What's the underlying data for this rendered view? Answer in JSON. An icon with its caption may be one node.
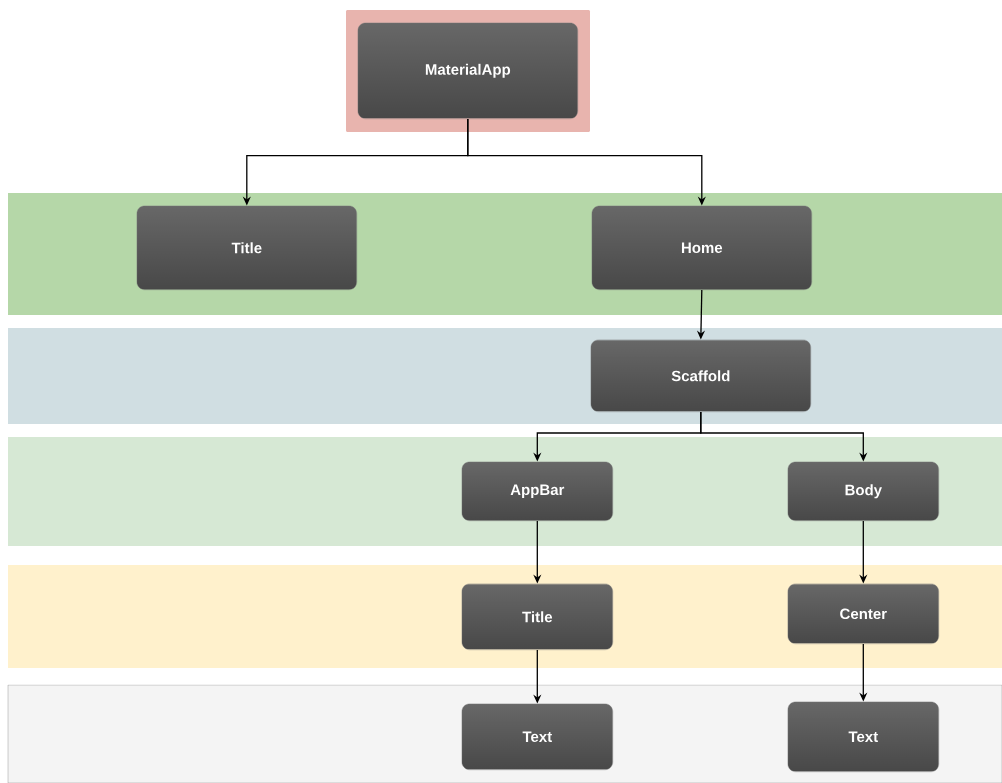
{
  "diagram": {
    "nodes": [
      {
        "text": [],
        "shape": "box"
      },
      {
        "text": [
          "MaterialApp"
        ],
        "in": 0
      },
      {
        "text": [],
        "shape": "band"
      },
      {
        "text": [
          "Title"
        ],
        "in": 2
      },
      {
        "text": [
          "Home"
        ],
        "in": 2
      },
      {
        "text": [],
        "shape": "band"
      },
      {
        "text": [
          "Scaffold"
        ],
        "in": 5
      },
      {
        "text": [],
        "shape": "band"
      },
      {
        "text": [
          "AppBar"
        ],
        "in": 7
      },
      {
        "text": [
          "Body"
        ],
        "in": 7
      },
      {
        "text": [],
        "shape": "band"
      },
      {
        "text": [
          "Title"
        ],
        "in": 10
      },
      {
        "text": [
          "Center"
        ],
        "in": 10
      },
      {
        "text": [],
        "shape": "band"
      },
      {
        "text": [
          "Text"
        ],
        "in": 13
      },
      {
        "text": [
          "Text"
        ],
        "in": 13
      }
    ],
    "edges": [
      {
        "from": 1,
        "to": 3,
        "arrow": "to"
      },
      {
        "from": 1,
        "to": 4,
        "arrow": "to"
      },
      {
        "from": 4,
        "to": 6,
        "arrow": "to"
      },
      {
        "from": 6,
        "to": 8,
        "arrow": "to"
      },
      {
        "from": 6,
        "to": 9,
        "arrow": "to"
      },
      {
        "from": 8,
        "to": 11,
        "arrow": "to"
      },
      {
        "from": 9,
        "to": 12,
        "arrow": "to"
      },
      {
        "from": 11,
        "to": 14,
        "arrow": "to"
      },
      {
        "from": 12,
        "to": 15,
        "arrow": "to"
      }
    ]
  }
}
